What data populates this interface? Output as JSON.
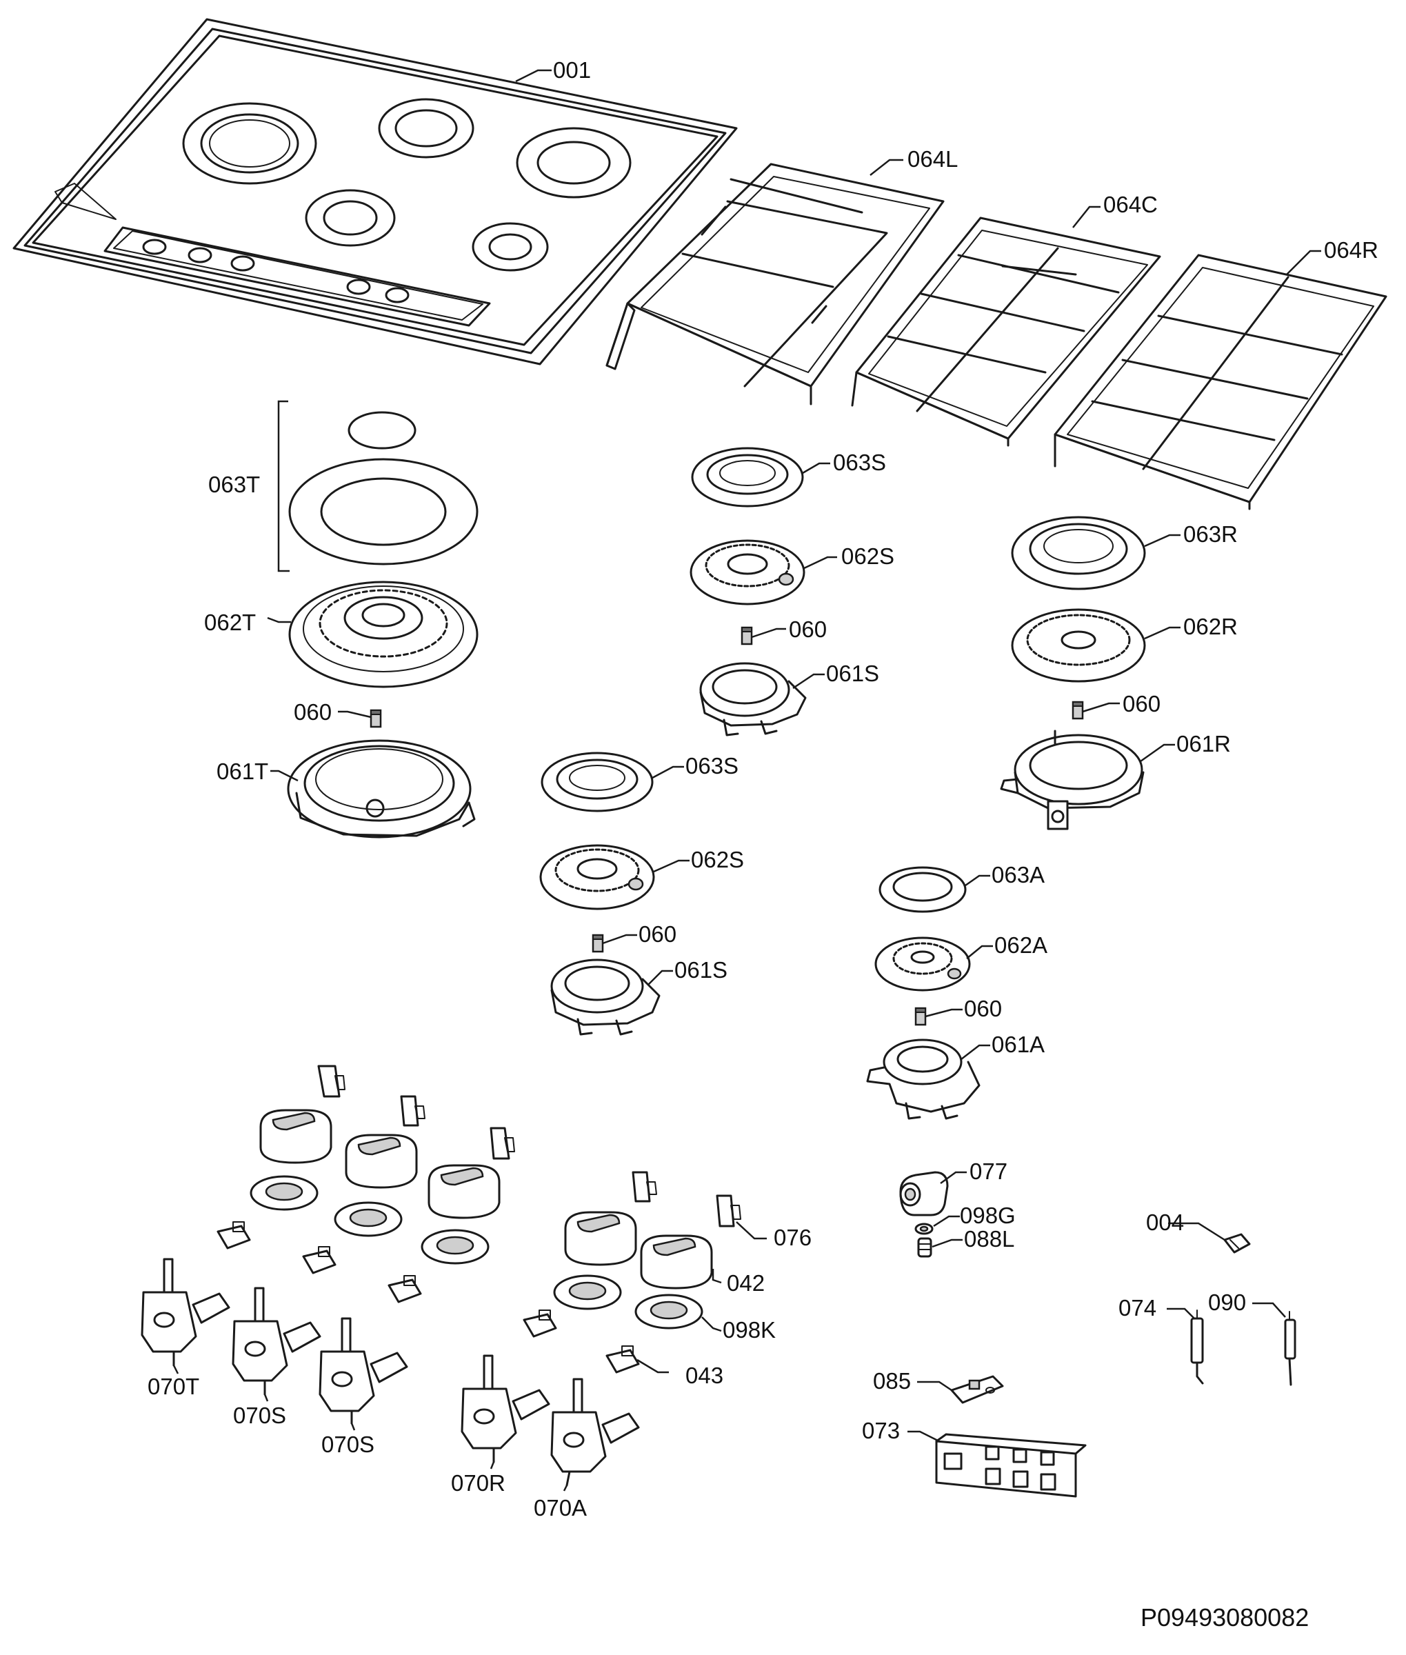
{
  "labels": {
    "l001": "001",
    "l064L": "064L",
    "l064C": "064C",
    "l064R": "064R",
    "l063T": "063T",
    "l062T": "062T",
    "l060a": "060",
    "l061T": "061T",
    "l063Sa": "063S",
    "l062Sa": "062S",
    "l060b": "060",
    "l061Sa": "061S",
    "l063R": "063R",
    "l062R": "062R",
    "l060c": "060",
    "l061R": "061R",
    "l063Sb": "063S",
    "l062Sb": "062S",
    "l060d": "060",
    "l061Sb": "061S",
    "l063A": "063A",
    "l062A": "062A",
    "l060e": "060",
    "l061A": "061A",
    "l077": "077",
    "l098G": "098G",
    "l088L": "088L",
    "l004": "004",
    "l074": "074",
    "l090": "090",
    "l076": "076",
    "l042": "042",
    "l098K": "098K",
    "l043": "043",
    "l085": "085",
    "l073": "073",
    "l070T": "070T",
    "l070Sa": "070S",
    "l070Sb": "070S",
    "l070R": "070R",
    "l070A": "070A"
  },
  "document_id": "P09493080082"
}
